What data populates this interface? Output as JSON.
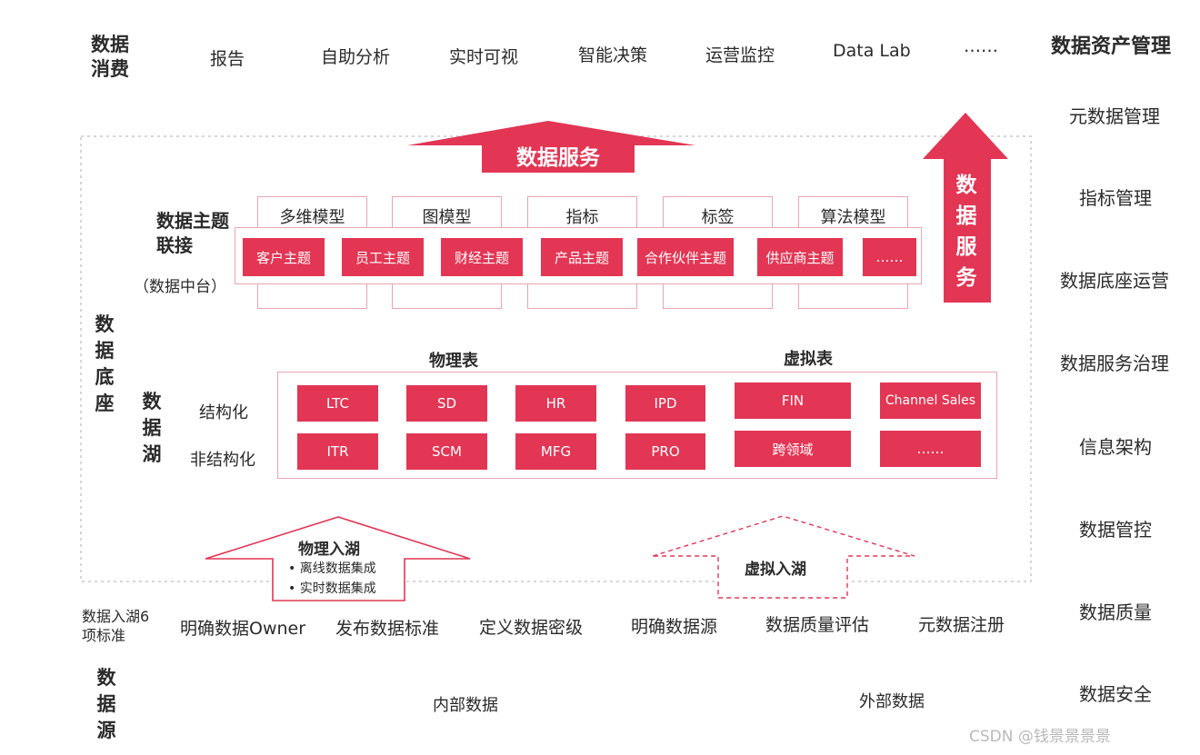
{
  "consumption": {
    "title": "数据消费",
    "items": [
      "报告",
      "自助分析",
      "实时可视",
      "智能决策",
      "运营监控",
      "Data Lab",
      "……"
    ]
  },
  "asset_mgmt": {
    "title": "数据资产管理",
    "items": [
      "元数据管理",
      "指标管理",
      "数据底座运营",
      "数据服务治理",
      "信息架构",
      "数据管控",
      "数据质量",
      "数据安全"
    ]
  },
  "data_service": {
    "horizontal": "数据服务",
    "vertical": "数据服务"
  },
  "data_base": {
    "title": "数据底座"
  },
  "topic": {
    "title": "数据主题联接",
    "subtitle": "（数据中台）",
    "model_tabs": [
      "多维模型",
      "图模型",
      "指标",
      "标签",
      "算法模型"
    ],
    "topics": [
      "客户主题",
      "员工主题",
      "财经主题",
      "产品主题",
      "合作伙伴主题",
      "供应商主题",
      "……"
    ]
  },
  "lake": {
    "title": "数据湖",
    "row_labels": [
      "结构化",
      "非结构化"
    ],
    "physical_title": "物理表",
    "virtual_title": "虚拟表",
    "physical_row1": [
      "LTC",
      "SD",
      "HR",
      "IPD"
    ],
    "physical_row2": [
      "ITR",
      "SCM",
      "MFG",
      "PRO"
    ],
    "virtual_row1": [
      "FIN",
      "Channel Sales"
    ],
    "virtual_row2": [
      "跨领域",
      "……"
    ]
  },
  "ingest": {
    "physical": {
      "title": "物理入湖",
      "bullets": [
        "离线数据集成",
        "实时数据集成"
      ]
    },
    "virtual": {
      "title": "虚拟入湖"
    }
  },
  "standards": {
    "title": "数据入湖6项标准",
    "items": [
      "明确数据Owner",
      "发布数据标准",
      "定义数据密级",
      "明确数据源",
      "数据质量评估",
      "元数据注册"
    ]
  },
  "sources": {
    "title": "数据源",
    "internal": "内部数据",
    "external": "外部数据"
  },
  "watermark": "CSDN @钱景景景景",
  "colors": {
    "accent": "#e23654",
    "border": "#e9a5b0",
    "text": "#2a2a2a"
  }
}
